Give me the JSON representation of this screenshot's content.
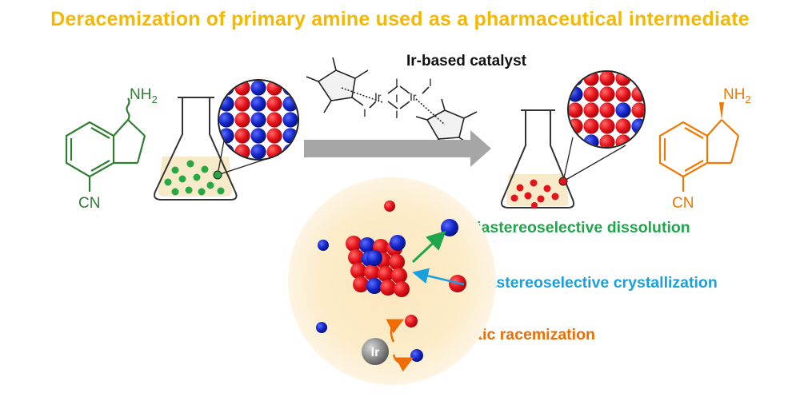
{
  "title": "Deracemization of primary amine used as a pharmaceutical intermediate",
  "catalyst_label": "Ir-based catalyst",
  "catalyst_atoms": {
    "metal": "Ir",
    "halide": "I"
  },
  "reactant": {
    "amine_label": "NH",
    "amine_sub": "2",
    "nitrile_label": "CN"
  },
  "product": {
    "amine_label": "NH",
    "amine_sub": "2",
    "nitrile_label": "CN"
  },
  "mechanism": {
    "dissolution": "Diastereoselective dissolution",
    "crystallization": "Diastereoselective crystallization",
    "racemization": "Catalytic racemization",
    "catalyst_sphere": "Ir"
  },
  "colors": {
    "title": "#f5b800",
    "reactant": "#2e7d32",
    "product": "#f07800",
    "dissolution": "#1fa64a",
    "crystallization": "#1a9fdd",
    "racemization": "#ef6c00",
    "crystal_red": "#e5141b",
    "crystal_blue": "#1426c8",
    "reactant_particle": "#27a845",
    "arrow": "#a6a6a6"
  }
}
